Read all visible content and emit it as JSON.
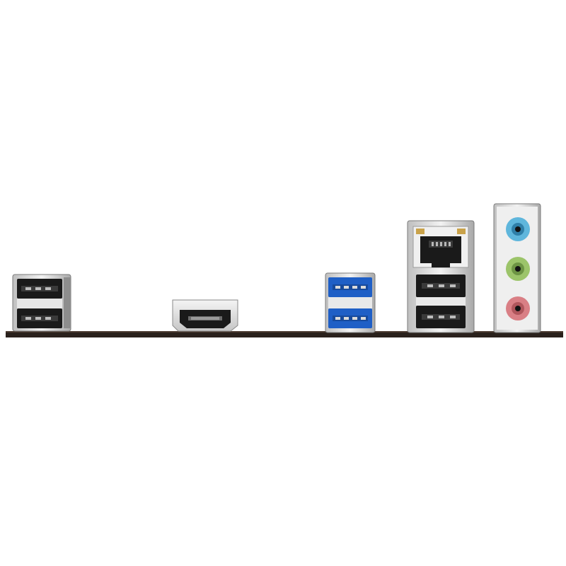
{
  "image": {
    "subject": "motherboard-rear-io-panel",
    "background_color": "#ffffff"
  },
  "colors": {
    "pcb": "#2a211c",
    "usb2_black": "#1a1a1a",
    "usb3_blue": "#1f5fc6",
    "metal_shell": "#d8d8d8",
    "audio_blue": "#5fb6dc",
    "audio_green": "#9cc46a",
    "audio_pink": "#d97f85"
  },
  "ports": [
    {
      "id": "usb2-stack",
      "type": "USB 2.0 dual",
      "icon": "usb-icon"
    },
    {
      "id": "hdmi",
      "type": "HDMI",
      "icon": "hdmi-icon"
    },
    {
      "id": "usb3-stack",
      "type": "USB 3.0 dual",
      "icon": "usb-icon"
    },
    {
      "id": "lan-usb-stack",
      "type": "RJ45 + USB dual",
      "icon": "ethernet-icon"
    },
    {
      "id": "audio-stack",
      "type": "3.5mm audio x3",
      "icon": "audio-jack-icon"
    }
  ]
}
